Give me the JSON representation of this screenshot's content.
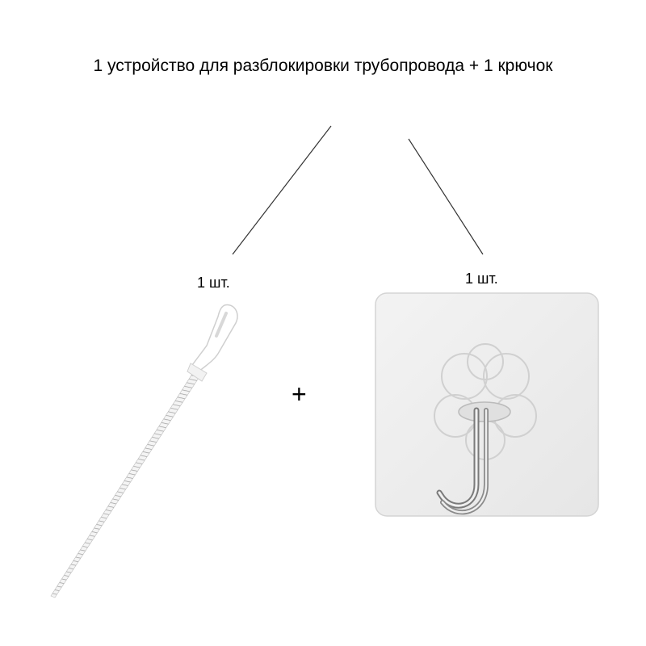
{
  "title": "1 устройство для разблокировки трубопровода + 1 крючок",
  "left_product": {
    "quantity_label": "1 шт.",
    "icon": "drain-unblocker-spring-icon"
  },
  "right_product": {
    "quantity_label": "1 шт.",
    "icon": "adhesive-wall-hook-icon"
  },
  "separator": "+",
  "colors": {
    "background": "#ffffff",
    "text": "#000000",
    "line": "#333333"
  }
}
